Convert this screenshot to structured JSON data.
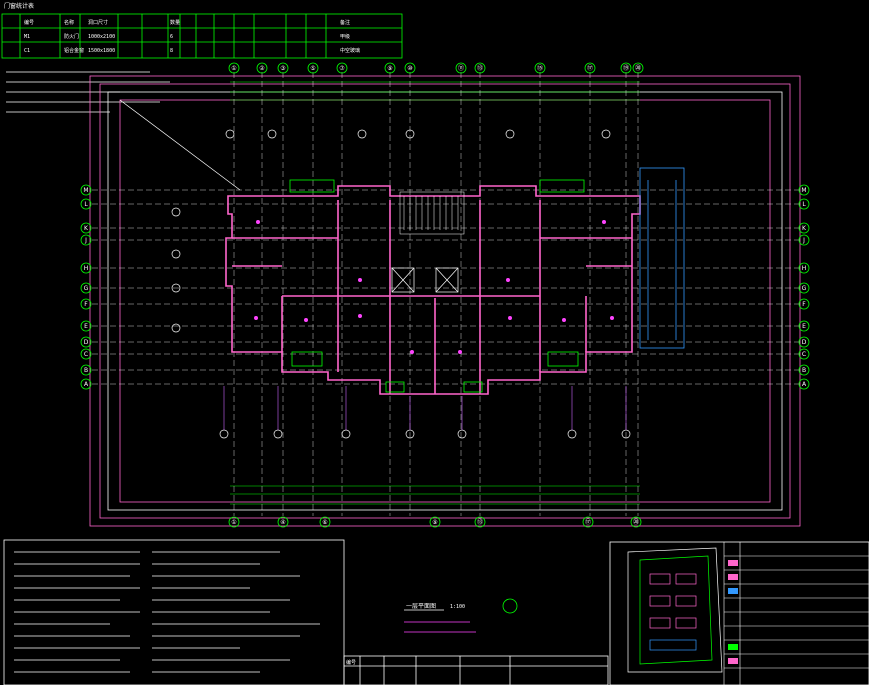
{
  "corner_label": "门窗统计表",
  "axes": {
    "top": [
      "①",
      "②",
      "③",
      "⑤",
      "⑦",
      "⑨",
      "⑩",
      "⑪",
      "⑬",
      "⑮",
      "⑰",
      "⑲",
      "⑳"
    ],
    "bottom": [
      "①",
      "④",
      "⑥",
      "⑨",
      "⑬",
      "⑰",
      "⑳"
    ],
    "left": [
      "M",
      "L",
      "K",
      "J",
      "H",
      "G",
      "F",
      "E",
      "D",
      "C",
      "B",
      "A"
    ],
    "right": [
      "M",
      "L",
      "K",
      "J",
      "H",
      "G",
      "F",
      "E",
      "D",
      "C",
      "B",
      "A"
    ]
  },
  "window_schedule": {
    "headers": [
      "编号",
      "名称",
      "洞口尺寸",
      "数量",
      "备注"
    ],
    "rows": [
      [
        "M1",
        "防火门",
        "1000x2100",
        "6",
        "甲级"
      ],
      [
        "C1",
        "铝合金窗",
        "1500x1800",
        "8",
        "中空玻璃"
      ]
    ]
  },
  "center_note": {
    "title": "一层平面图",
    "scale": "1:100"
  },
  "bottom_table_label": "编号"
}
